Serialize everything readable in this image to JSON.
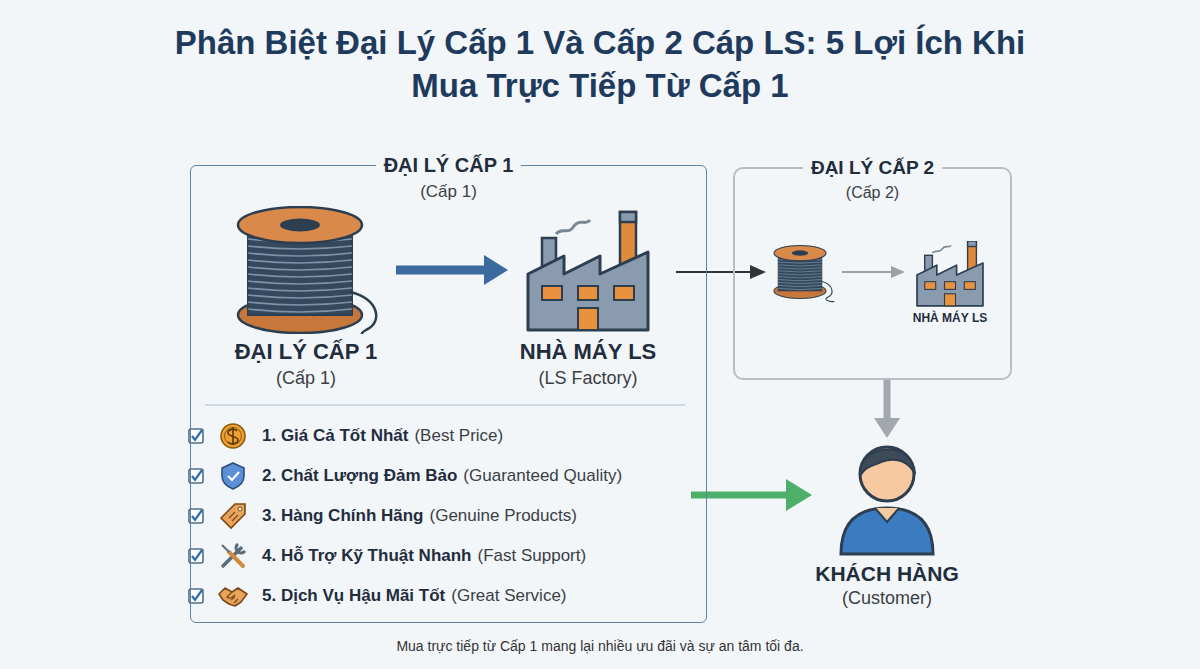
{
  "diagram": {
    "title": "Phân Biệt Đại Lý Cấp 1 Và Cấp 2 Cáp LS: 5 Lợi Ích Khi Mua Trực Tiếp Từ Cấp 1",
    "caption": "Mua trực tiếp từ Cấp 1 mang lại nhiều ưu đãi và sự an tâm tối đa.",
    "nodes": [
      {
        "text": [
          "ĐẠI LÝ CẤP 1",
          "(Cấp 1)"
        ]
      },
      {
        "text": [
          "ĐẠI LÝ CẤP 1",
          "(Cấp 1)"
        ],
        "in": 0
      },
      {
        "text": [
          "NHÀ MÁY LS",
          "(LS Factory)"
        ],
        "in": 0
      },
      {
        "text": [
          "ĐẠI LÝ CẤP 2",
          "(Cấp 2)"
        ]
      },
      {
        "text": [
          "NHÀ MÁY LS"
        ],
        "in": 3
      },
      {
        "text": [
          "KHÁCH HÀNG",
          "(Customer)"
        ]
      }
    ],
    "edges": [
      {
        "from": 1,
        "to": 2,
        "arrow": "to"
      },
      {
        "from": 3,
        "to": 5,
        "arrow": "to"
      },
      {
        "from": 0,
        "to": 5,
        "arrow": "to"
      }
    ],
    "labels": [
      "1. Giá Cả Tốt Nhất",
      "(Best Price)",
      "2. Chất Lượng Đảm Bảo",
      "(Guaranteed Quality)",
      "3. Hàng Chính Hãng",
      "(Genuine Products)",
      "4. Hỗ Trợ Kỹ Thuật Nhanh",
      "(Fast Support)",
      "5. Dịch Vụ Hậu Mãi Tốt",
      "(Great Service)"
    ]
  }
}
